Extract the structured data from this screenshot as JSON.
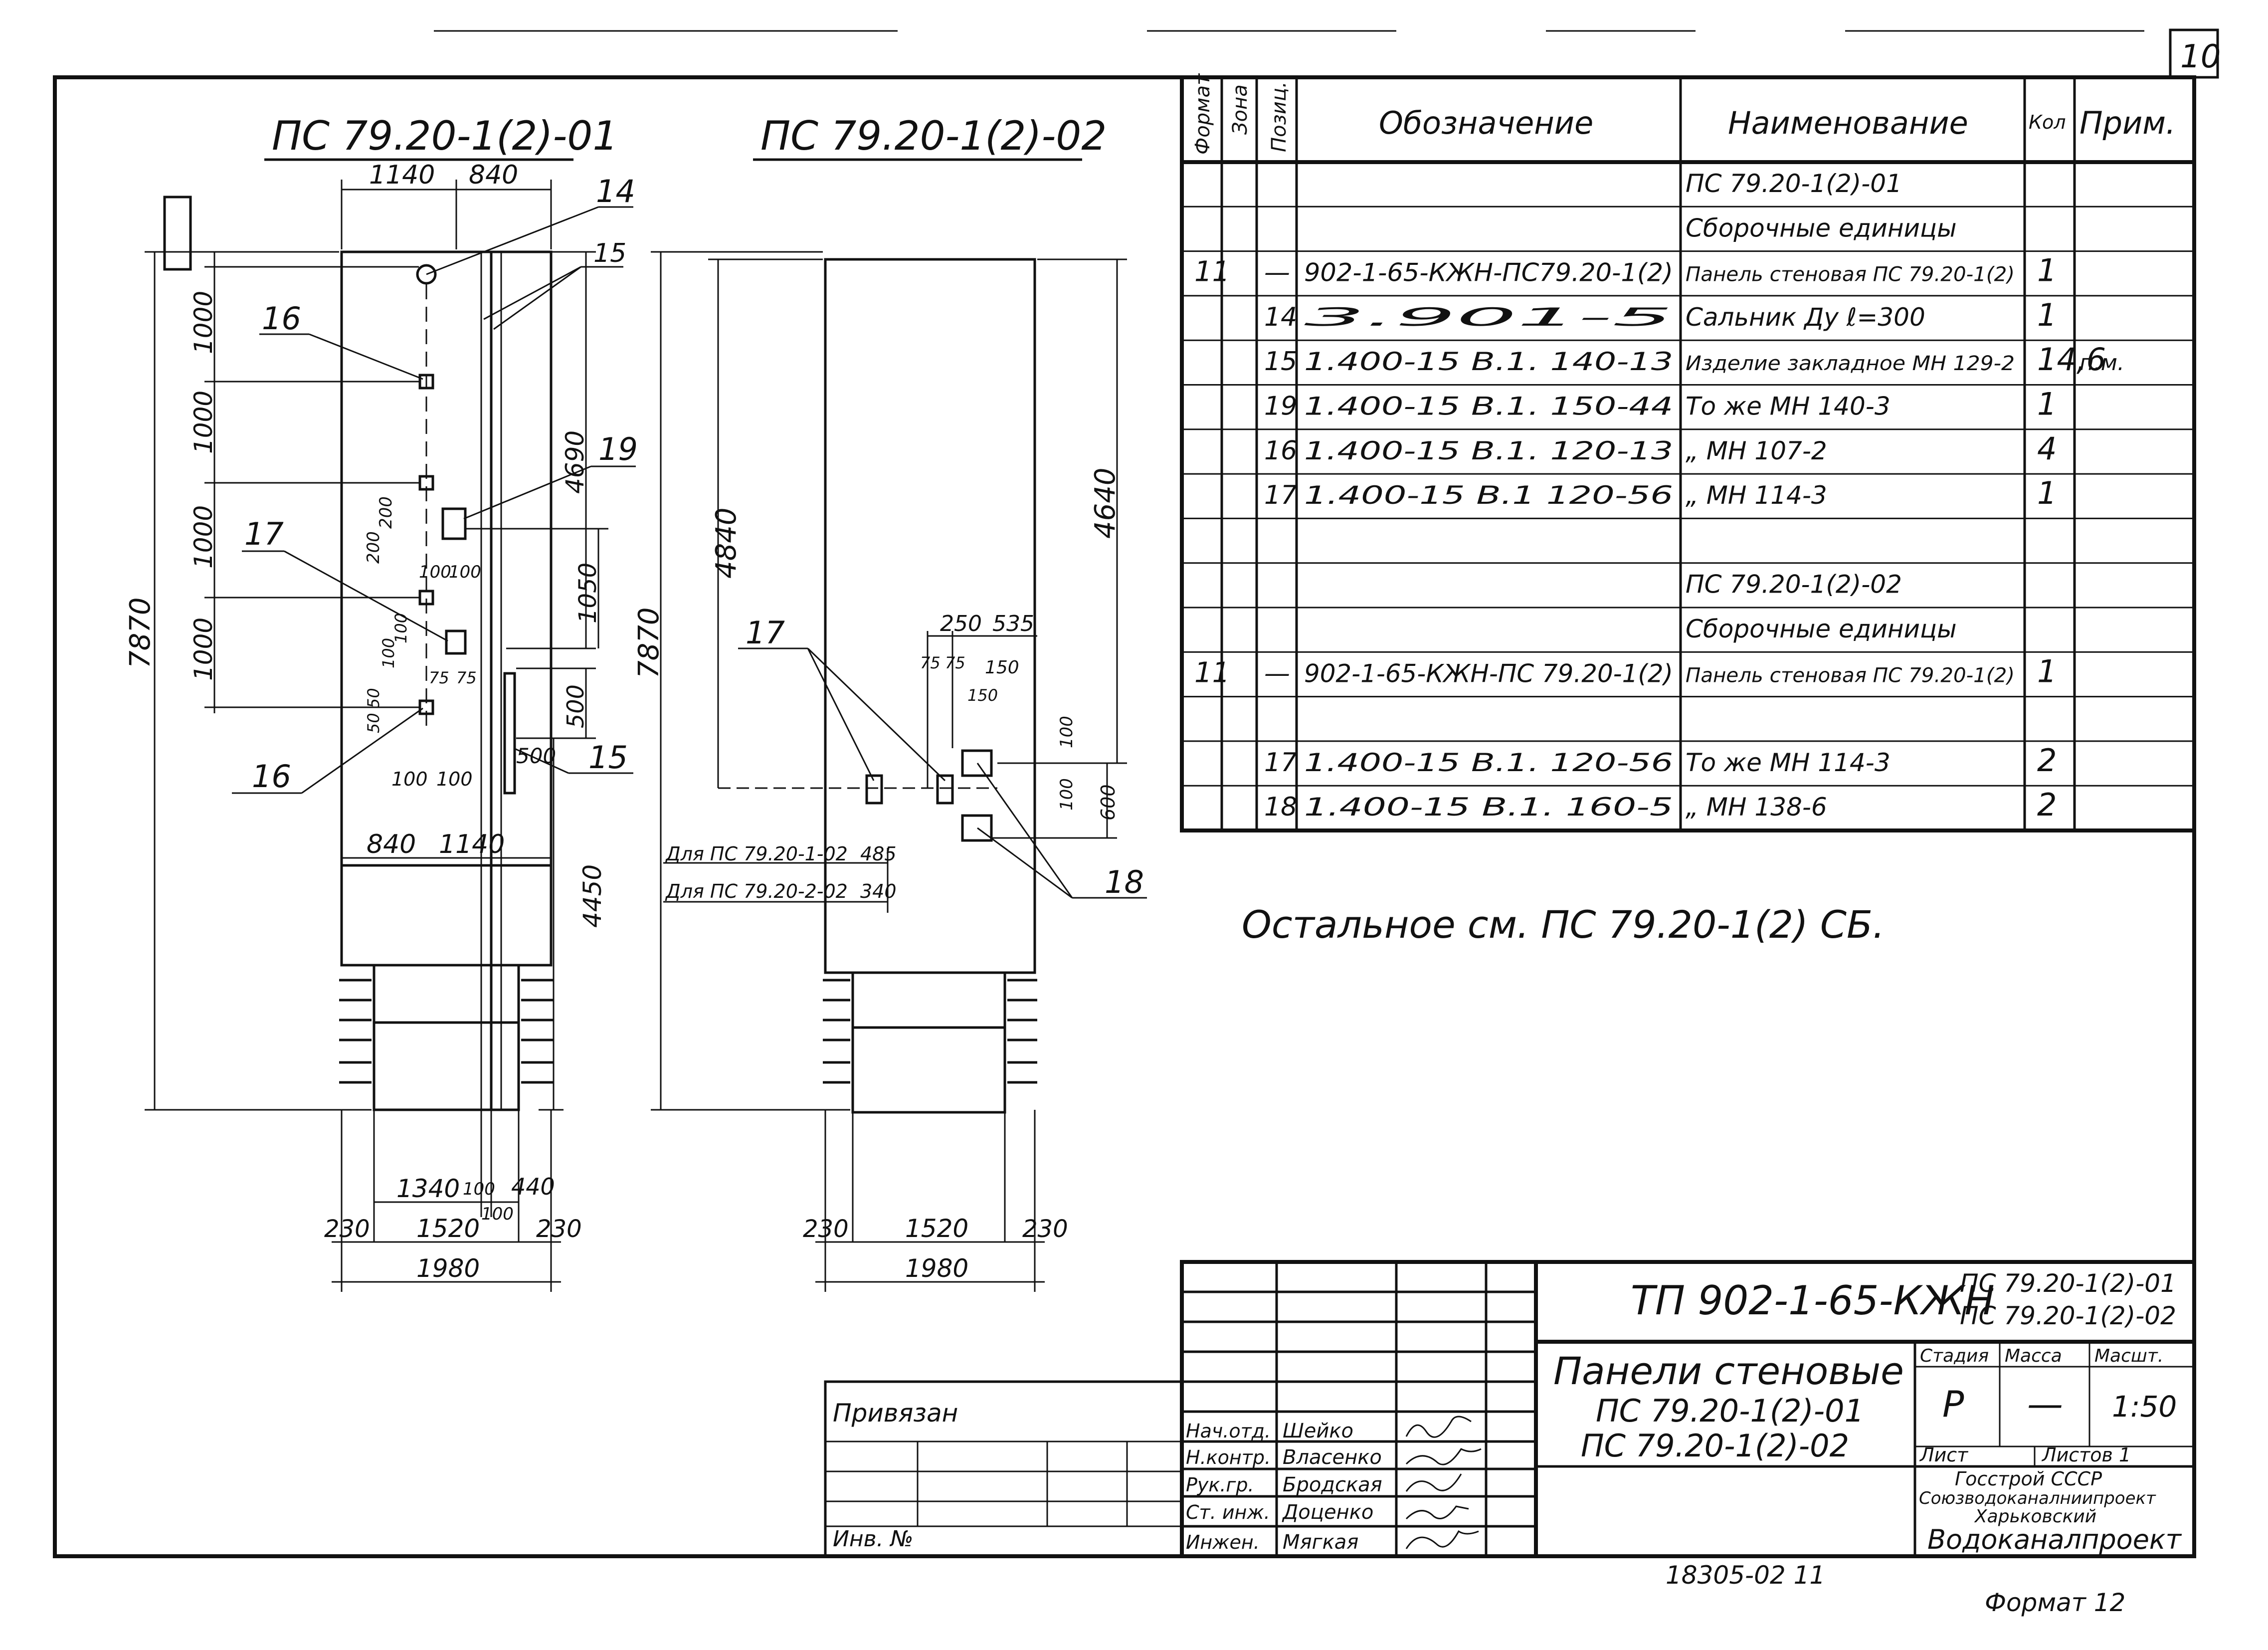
{
  "sheet_number": "10",
  "drawing1": {
    "title": "ПС 79.20-1(2)-01",
    "dims_top": [
      "1140",
      "840"
    ],
    "dims_left": [
      "1000",
      "1000",
      "1000",
      "1000"
    ],
    "dim_total": "7870",
    "dim_right_a": "4690",
    "dim_right_b": "1050",
    "dim_right_c": "500",
    "dim_right_d": "500",
    "dim_lower": "4450",
    "dims_mid": [
      "840",
      "1140"
    ],
    "small_dims": [
      "200",
      "200",
      "100",
      "100",
      "100",
      "100",
      "75",
      "75",
      "50",
      "50",
      "100",
      "100"
    ],
    "positions": [
      "14",
      "15",
      "16",
      "19",
      "17",
      "16",
      "15"
    ],
    "dims_bottom1": [
      "1340",
      "100",
      "440"
    ],
    "dim_bottom_100": "100",
    "dims_bottom2": [
      "230",
      "1520",
      "230"
    ],
    "dim_bottom3": "1980"
  },
  "drawing2": {
    "title": "ПС 79.20-1(2)-02",
    "dim_left": "4840",
    "dim_total": "7870",
    "dim_right": "4640",
    "dims_top": [
      "250",
      "535"
    ],
    "small_dims": [
      "75",
      "75",
      "150",
      "150",
      "100",
      "100",
      "600"
    ],
    "positions": [
      "17",
      "18"
    ],
    "note1": "Для ПС 79.20-1-02",
    "note1_val": "485",
    "note2": "Для ПС 79.20-2-02",
    "note2_val": "340",
    "dims_bottom2": [
      "230",
      "1520",
      "230"
    ],
    "dim_bottom3": "1980"
  },
  "spec_table": {
    "headers": {
      "format": "Формат",
      "zone": "Зона",
      "pos": "Позиц.",
      "designation": "Обозначение",
      "name": "Наименование",
      "qty": "Кол",
      "note": "Прим."
    },
    "rows": [
      {
        "format": "",
        "pos": "",
        "designation": "",
        "name": "ПС 79.20-1(2)-01",
        "qty": "",
        "note": ""
      },
      {
        "format": "",
        "pos": "",
        "designation": "",
        "name": "Сборочные единицы",
        "qty": "",
        "note": ""
      },
      {
        "format": "11",
        "pos": "—",
        "designation": "902-1-65-КЖН-ПС79.20-1(2)",
        "name": "Панель стеновая ПС 79.20-1(2)",
        "qty": "1",
        "note": ""
      },
      {
        "format": "",
        "pos": "14",
        "designation": "3.901-5",
        "name": "Сальник Ду ℓ=300",
        "qty": "1",
        "note": ""
      },
      {
        "format": "",
        "pos": "15",
        "designation": "1.400-15 В.1. 140-13",
        "name": "Изделие закладное МН 129-2",
        "qty": "14,6",
        "note": "п.м."
      },
      {
        "format": "",
        "pos": "19",
        "designation": "1.400-15 В.1. 150-44",
        "name": "То же МН 140-3",
        "qty": "1",
        "note": ""
      },
      {
        "format": "",
        "pos": "16",
        "designation": "1.400-15 В.1. 120-13",
        "name": "„ МН 107-2",
        "qty": "4",
        "note": ""
      },
      {
        "format": "",
        "pos": "17",
        "designation": "1.400-15 В.1 120-56",
        "name": "„ МН 114-3",
        "qty": "1",
        "note": ""
      },
      {
        "format": "",
        "pos": "",
        "designation": "",
        "name": "",
        "qty": "",
        "note": ""
      },
      {
        "format": "",
        "pos": "",
        "designation": "",
        "name": "ПС 79.20-1(2)-02",
        "qty": "",
        "note": ""
      },
      {
        "format": "",
        "pos": "",
        "designation": "",
        "name": "Сборочные единицы",
        "qty": "",
        "note": ""
      },
      {
        "format": "11",
        "pos": "—",
        "designation": "902-1-65-КЖН-ПС 79.20-1(2)",
        "name": "Панель стеновая ПС 79.20-1(2)",
        "qty": "1",
        "note": ""
      },
      {
        "format": "",
        "pos": "",
        "designation": "",
        "name": "",
        "qty": "",
        "note": ""
      },
      {
        "format": "",
        "pos": "17",
        "designation": "1.400-15 В.1. 120-56",
        "name": "То же МН 114-3",
        "qty": "2",
        "note": ""
      },
      {
        "format": "",
        "pos": "18",
        "designation": "1.400-15 В.1. 160-5",
        "name": "„ МН 138-6",
        "qty": "2",
        "note": ""
      }
    ]
  },
  "note": "Остальное см. ПС 79.20-1(2) СБ.",
  "title_block": {
    "code": "ТП 902-1-65-КЖН",
    "code_marks": [
      "ПС 79.20-1(2)-01",
      "ПС 79.20-1(2)-02"
    ],
    "title_lines": [
      "Панели стеновые",
      "ПС 79.20-1(2)-01",
      "ПС 79.20-1(2)-02"
    ],
    "stage_label": "Стадия",
    "mass_label": "Масса",
    "scale_label": "Масшт.",
    "stage": "Р",
    "mass": "—",
    "scale": "1:50",
    "sheet_label": "Лист",
    "sheets_label": "Листов 1",
    "org_lines": [
      "Госстрой СССР",
      "Союзводоканалниипроект",
      "Харьковский",
      "Водоканалпроект"
    ],
    "staff": [
      {
        "role": "Нач.отд.",
        "name": "Шейко"
      },
      {
        "role": "Н.контр.",
        "name": "Власенко"
      },
      {
        "role": "Рук.гр.",
        "name": "Бродская"
      },
      {
        "role": "Ст. инж.",
        "name": "Доценко"
      },
      {
        "role": "Инжен.",
        "name": "Мягкая"
      }
    ],
    "linked_label": "Привязан",
    "inv_label": "Инв. №"
  },
  "bottom_number": "18305-02 11",
  "format_label": "Формат 12"
}
